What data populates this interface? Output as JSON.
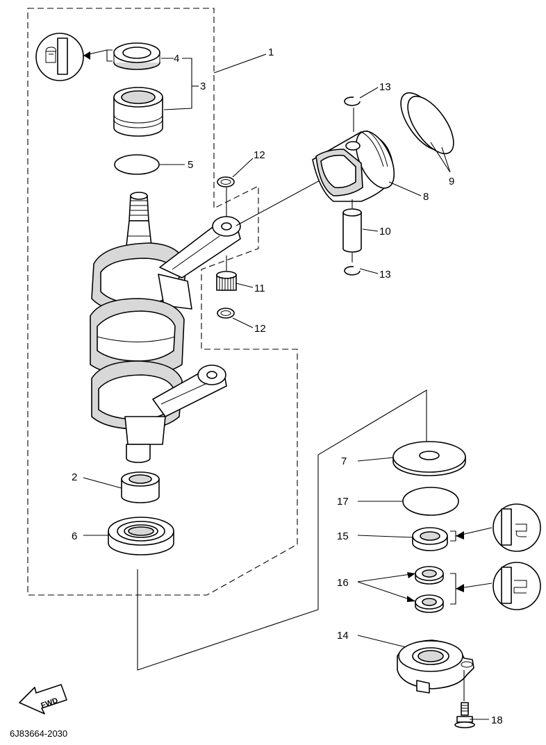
{
  "drawing_code": "6J83664-2030",
  "fwd_label": "FWD",
  "callouts": {
    "c1": "1",
    "c2": "2",
    "c3": "3",
    "c4": "4",
    "c5": "5",
    "c6": "6",
    "c7": "7",
    "c8": "8",
    "c9": "9",
    "c10": "10",
    "c11": "11",
    "c12a": "12",
    "c12b": "12",
    "c13a": "13",
    "c13b": "13",
    "c14": "14",
    "c15": "15",
    "c16": "16",
    "c17": "17",
    "c18": "18"
  },
  "icons": [
    "grease-oil-seal-icon",
    "fwd-arrow-icon"
  ],
  "colors": {
    "line": "#000000",
    "background": "#ffffff",
    "shade": "#d8d8d8"
  }
}
